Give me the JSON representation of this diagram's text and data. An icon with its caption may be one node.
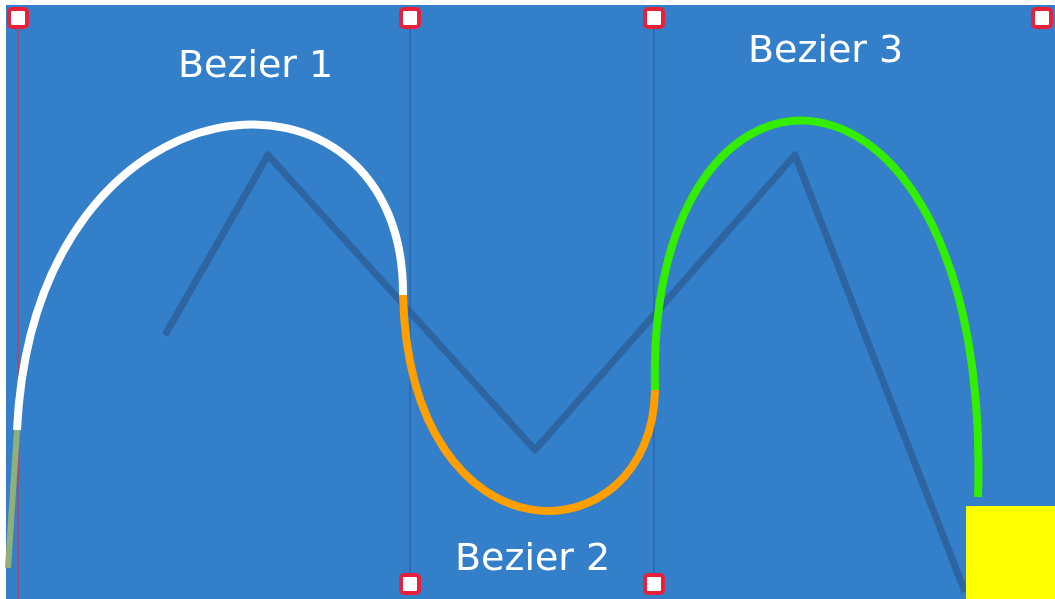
{
  "diagram": {
    "nodes": [
      {
        "text": [],
        "shape": "box"
      },
      {
        "text": [],
        "shape": "box"
      },
      {
        "text": [],
        "shape": "box"
      },
      {
        "text": [],
        "shape": "box"
      },
      {
        "text": [],
        "shape": "box"
      },
      {
        "text": [],
        "shape": "box"
      },
      {
        "text": [],
        "shape": "box"
      }
    ],
    "edges": [
      {
        "from": 0,
        "to": null,
        "arrow": "none",
        "color": "#e0303a"
      },
      {
        "from": 1,
        "to": 5,
        "arrow": "none"
      },
      {
        "from": 2,
        "to": 6,
        "arrow": "none"
      }
    ],
    "labels": [
      "Bezier 1",
      "Bezier 3",
      "Bezier 2"
    ]
  }
}
